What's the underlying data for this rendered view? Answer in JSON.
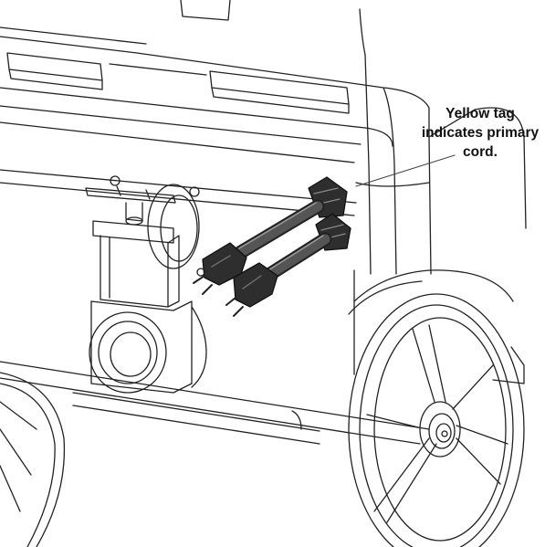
{
  "callout": {
    "lines": [
      "Yellow tag",
      "indicates primary",
      "cord."
    ]
  },
  "colors": {
    "line": "#222222",
    "cord": "#4a4a4a",
    "plug": "#2e2e2e",
    "background": "#ffffff"
  },
  "parts": {
    "icons": [
      "cart-body",
      "valve",
      "power-cord-primary",
      "power-cord-secondary",
      "wheel"
    ]
  }
}
